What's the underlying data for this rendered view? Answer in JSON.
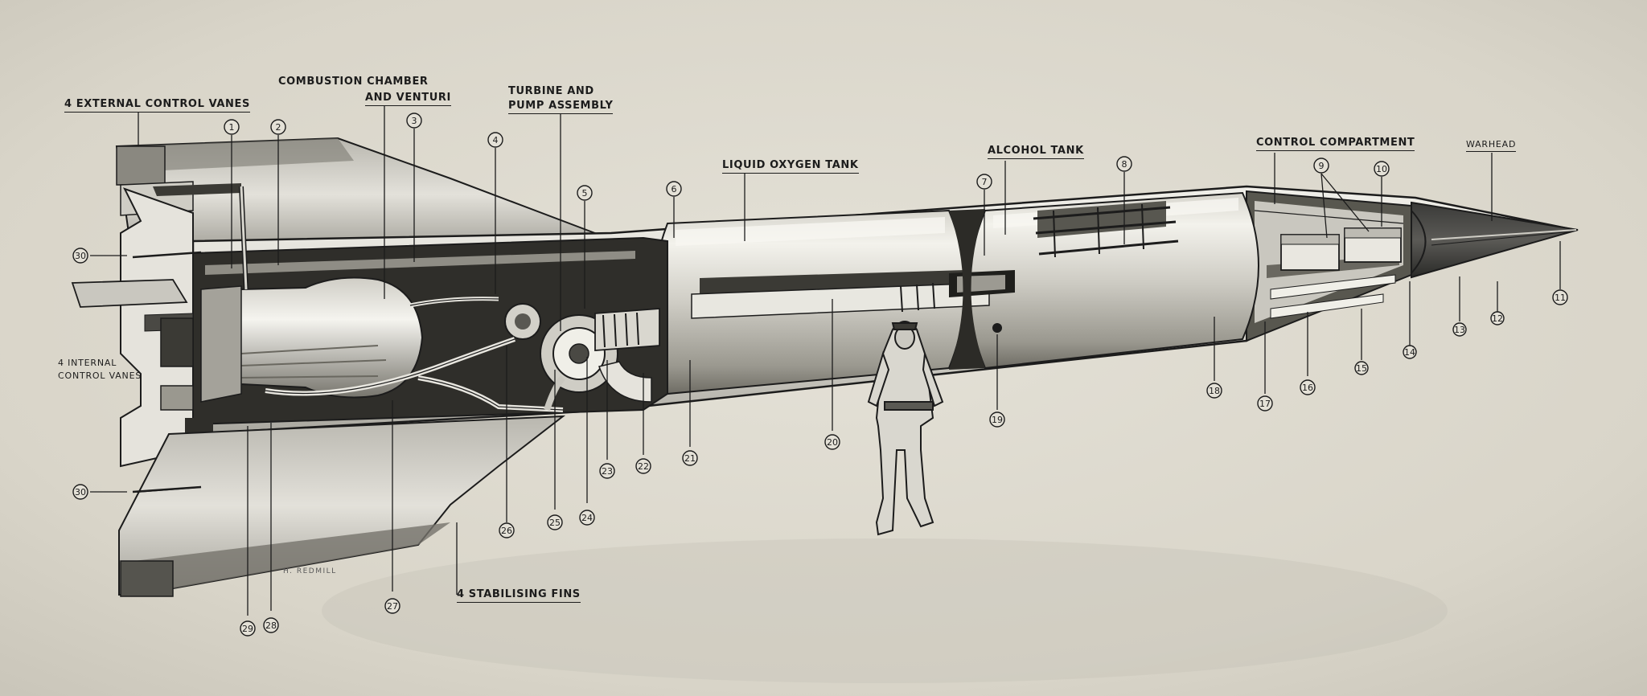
{
  "labels": {
    "external_control_vanes": "4 EXTERNAL CONTROL VANES",
    "combustion_chamber_l1": "COMBUSTION CHAMBER",
    "combustion_chamber_l2": "AND VENTURI",
    "turbine_l1": "TURBINE AND",
    "turbine_l2": "PUMP ASSEMBLY",
    "liquid_oxygen_tank": "LIQUID OXYGEN TANK",
    "alcohol_tank": "ALCOHOL TANK",
    "control_compartment": "CONTROL COMPARTMENT",
    "warhead": "WARHEAD",
    "internal_control_vanes_l1": "4 INTERNAL",
    "internal_control_vanes_l2": "CONTROL VANES",
    "stabilising_fins": "4 STABILISING FINS"
  },
  "signature": "H. REDMILL",
  "callouts": [
    "1",
    "2",
    "3",
    "4",
    "5",
    "6",
    "7",
    "8",
    "9",
    "10",
    "11",
    "12",
    "13",
    "14",
    "15",
    "16",
    "17",
    "18",
    "19",
    "20",
    "21",
    "22",
    "23",
    "24",
    "25",
    "26",
    "27",
    "28",
    "29",
    "30"
  ],
  "colors": {
    "paper": "#dcd8cc",
    "ink": "#1c1c1c",
    "body_light": "#e6e4dc",
    "body_shadow": "#8c8a82"
  }
}
